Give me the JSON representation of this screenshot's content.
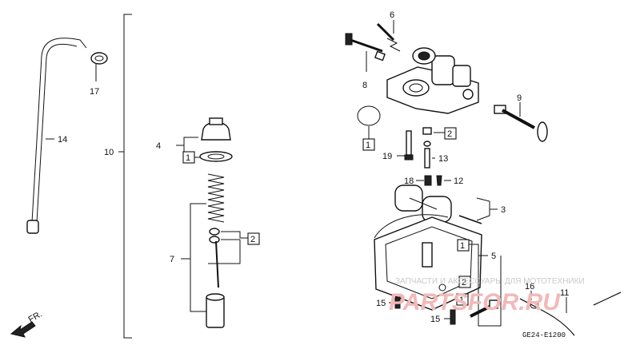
{
  "labels": {
    "p1": "1",
    "p2": "2",
    "p3": "3",
    "p4": "4",
    "p5": "5",
    "p6": "6",
    "p7": "7",
    "p8": "8",
    "p9": "9",
    "p10": "10",
    "p11": "11",
    "p12": "12",
    "p13": "13",
    "p14": "14",
    "p15": "15",
    "p16": "16",
    "p17": "17",
    "p18": "18",
    "p19": "19",
    "box_1": "1",
    "box_2": "2",
    "fr": "FR.",
    "diagram_code": "GE24-E1200"
  },
  "watermark": {
    "top": "ЗАПЧАСТИ И АКСЕССУАРЫ ДЛЯ МОТОТЕХНИКИ",
    "logo": "PARTSFOR.RU"
  },
  "colors": {
    "ink": "#111111",
    "watermark_red": "#f2b8b8",
    "watermark_grey": "#c9c9c9"
  }
}
